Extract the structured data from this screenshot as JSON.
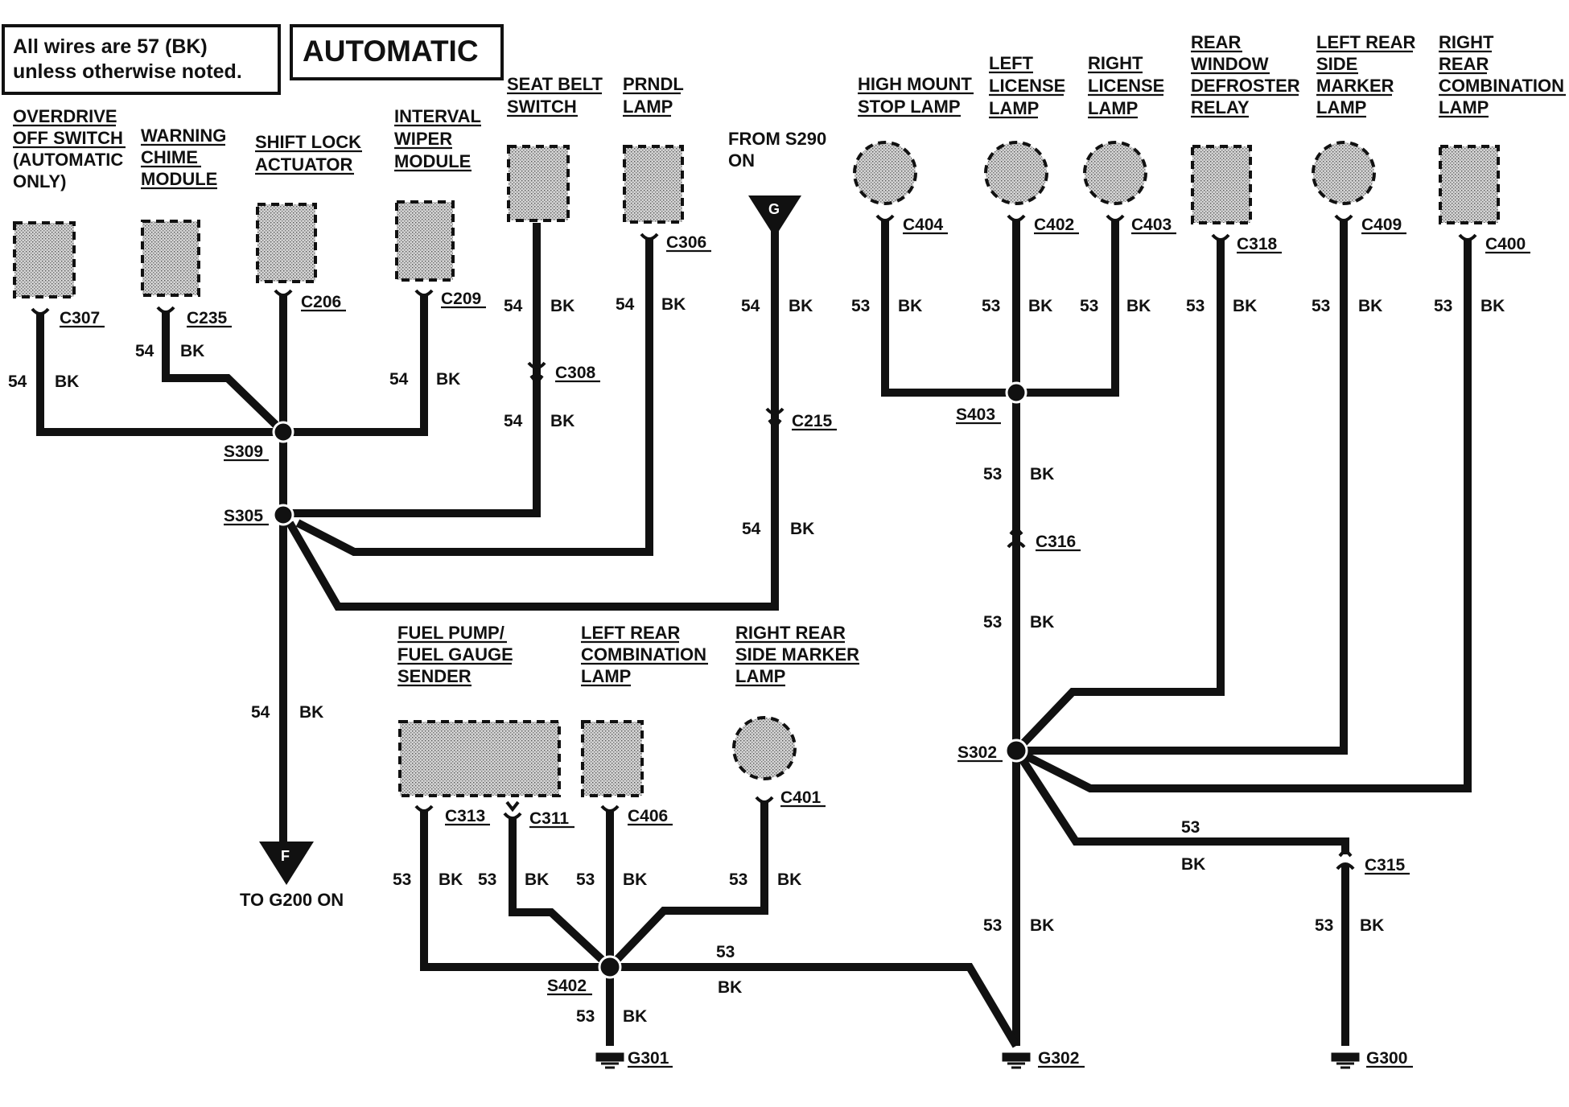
{
  "note": {
    "line1": "All wires are 57 (BK)",
    "line2": "unless otherwise noted."
  },
  "title": "AUTOMATIC",
  "components": {
    "overdrive": [
      "OVERDRIVE",
      "OFF SWITCH",
      "(AUTOMATIC",
      "ONLY)"
    ],
    "chime": [
      "WARNING",
      "CHIME",
      "MODULE"
    ],
    "shiftlock": [
      "SHIFT LOCK",
      "ACTUATOR"
    ],
    "wiper": [
      "INTERVAL",
      "WIPER",
      "MODULE"
    ],
    "seatbelt": [
      "SEAT BELT",
      "SWITCH"
    ],
    "prndl": [
      "PRNDL",
      "LAMP"
    ],
    "from_s290": [
      "FROM S290",
      "ON"
    ],
    "highmount": [
      "HIGH MOUNT",
      "STOP LAMP"
    ],
    "leftlicense": [
      "LEFT",
      "LICENSE",
      "LAMP"
    ],
    "rightlicense": [
      "RIGHT",
      "LICENSE",
      "LAMP"
    ],
    "defroster": [
      "REAR",
      "WINDOW",
      "DEFROSTER",
      "RELAY"
    ],
    "lrsidemarker": [
      "LEFT REAR",
      "SIDE",
      "MARKER",
      "LAMP"
    ],
    "rrcombo": [
      "RIGHT",
      "REAR",
      "COMBINATION",
      "LAMP"
    ],
    "fuelpump": [
      "FUEL PUMP/",
      "FUEL GAUGE",
      "SENDER"
    ],
    "lrcombo": [
      "LEFT REAR",
      "COMBINATION",
      "LAMP"
    ],
    "rrsidemarker": [
      "RIGHT REAR",
      "SIDE MARKER",
      "LAMP"
    ],
    "to_g200": "TO G200 ON"
  },
  "connectors": {
    "c307": "C307",
    "c235": "C235",
    "c206": "C206",
    "c209": "C209",
    "c306": "C306",
    "c308": "C308",
    "c215": "C215",
    "c404": "C404",
    "c402": "C402",
    "c403": "C403",
    "c318": "C318",
    "c409": "C409",
    "c400": "C400",
    "c316": "C316",
    "c315": "C315",
    "c313": "C313",
    "c311": "C311",
    "c406": "C406",
    "c401": "C401"
  },
  "splices": {
    "s309": "S309",
    "s305": "S305",
    "s403": "S403",
    "s302": "S302",
    "s402": "S402"
  },
  "grounds": {
    "g301": "G301",
    "g302": "G302",
    "g300": "G300"
  },
  "markers": {
    "g": "G",
    "f": "F"
  },
  "wire_labels": {
    "circuit_54": "54",
    "circuit_53": "53",
    "color_bk": "BK"
  }
}
